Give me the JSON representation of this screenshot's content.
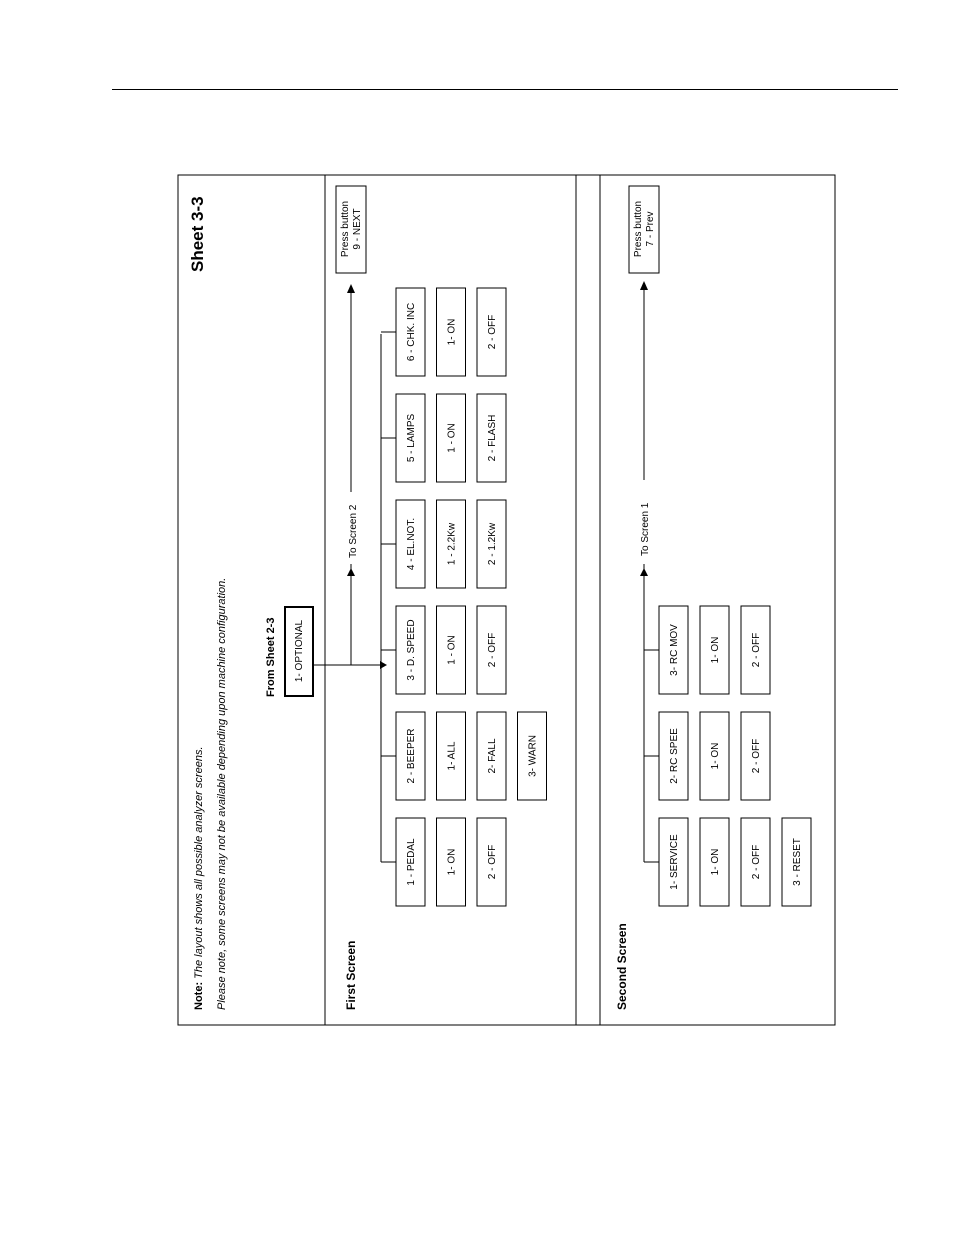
{
  "header": {
    "note_prefix": "Note:",
    "note_line1": " The layout shows all possible analyzer screens.",
    "note_line2": "Please note, some screens may not be available depending upon machine configuration."
  },
  "sheet_title": "Sheet 3-3",
  "from_sheet": "From  Sheet 2-3",
  "optional_box": "1- OPTIONAL",
  "first_screen": {
    "title": "First Screen",
    "to_screen_label": "To Screen 2",
    "next_button": {
      "line1": "Press button",
      "line2": "9 - NEXT"
    },
    "columns": [
      {
        "head": "1 - PEDAL",
        "items": [
          "1- ON",
          "2 - OFF"
        ]
      },
      {
        "head": "2 - BEEPER",
        "items": [
          "1- ALL",
          "2- FALL",
          "3- WARN"
        ]
      },
      {
        "head": "3 - D. SPEED",
        "items": [
          "1 - ON",
          "2 - OFF"
        ]
      },
      {
        "head": "4 - EL.NOT.",
        "items": [
          "1 - 2.2Kw",
          "2 - 1.2Kw"
        ]
      },
      {
        "head": "5 - LAMPS",
        "items": [
          "1 - ON",
          "2 - FLASH"
        ]
      },
      {
        "head": "6 - CHK. INC",
        "items": [
          "1- ON",
          "2 - OFF"
        ]
      }
    ]
  },
  "second_screen": {
    "title": "Second Screen",
    "to_screen_label": "To Screen 1",
    "prev_button": {
      "line1": "Press button",
      "line2": "7 - Prev"
    },
    "columns": [
      {
        "head": "1- SERVICE",
        "items": [
          "1- ON",
          "2 - OFF",
          "3 - RESET"
        ]
      },
      {
        "head": "2- RC SPEE",
        "items": [
          "1- ON",
          "2 - OFF"
        ]
      },
      {
        "head": "3- RC MOV",
        "items": [
          "1- ON",
          "2 - OFF"
        ]
      }
    ]
  }
}
